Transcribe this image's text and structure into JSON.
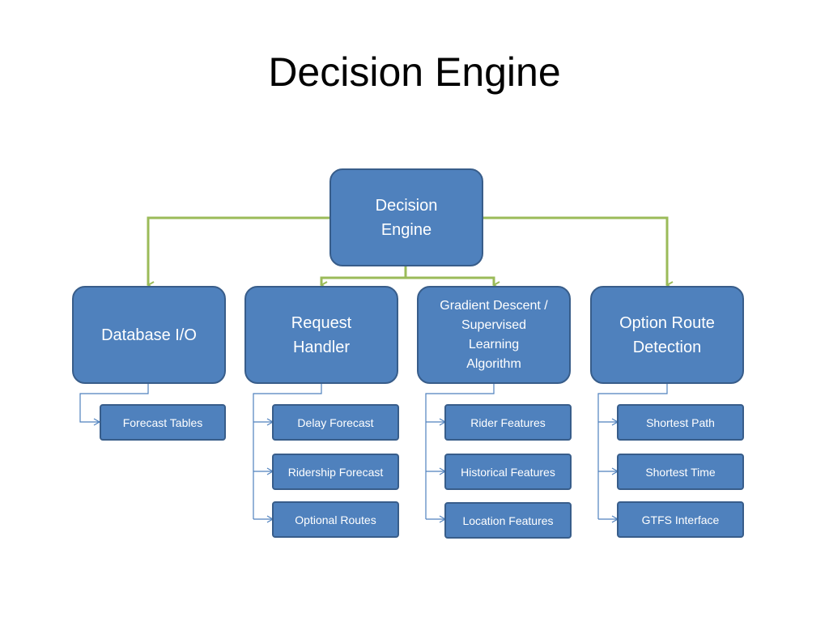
{
  "title": "Decision Engine",
  "root": {
    "label_line1": "Decision",
    "label_line2": "Engine"
  },
  "branches": [
    {
      "label": "Database I/O",
      "children": [
        "Forecast Tables"
      ]
    },
    {
      "label_line1": "Request",
      "label_line2": "Handler",
      "children": [
        "Delay Forecast",
        "Ridership Forecast",
        "Optional Routes"
      ]
    },
    {
      "label_line1": "Gradient Descent /",
      "label_line2": "Supervised",
      "label_line3": "Learning",
      "label_line4": "Algorithm",
      "children": [
        "Rider Features",
        "Historical Features",
        "Location Features"
      ]
    },
    {
      "label_line1": "Option Route",
      "label_line2": "Detection",
      "children": [
        "Shortest Path",
        "Shortest Time",
        "GTFS Interface"
      ]
    }
  ],
  "colors": {
    "node_fill": "#4f81bd",
    "node_border": "#385d8a",
    "green_connector": "#9bbb59",
    "blue_connector": "#4f81bd"
  }
}
